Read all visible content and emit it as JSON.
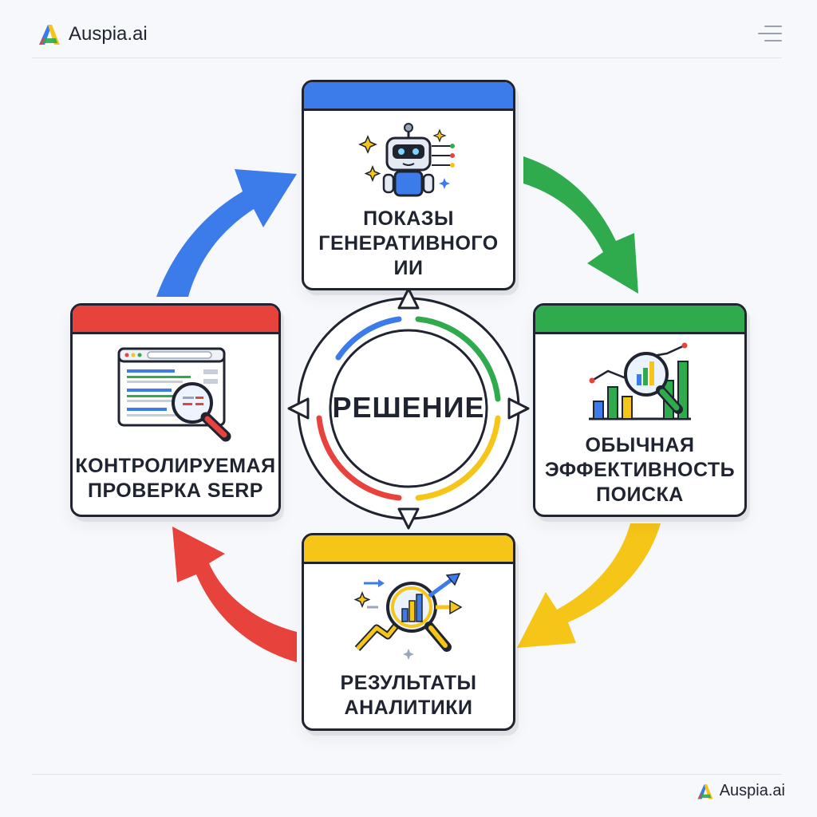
{
  "brand": {
    "name": "Auspia.ai",
    "logo_icon": "auspia-logo-icon"
  },
  "header": {
    "menu_icon": "menu-icon"
  },
  "colors": {
    "blue": "#3b7bea",
    "green": "#2faa4c",
    "yellow": "#f5c518",
    "red": "#e8423c",
    "ink": "#1f2430"
  },
  "diagram": {
    "center": "РЕШЕНИЕ",
    "steps": [
      {
        "id": "top",
        "title": [
          "ПОКАЗЫ",
          "ГЕНЕРАТИВНОГО",
          "ИИ"
        ],
        "color": "blue",
        "icon": "robot-icon"
      },
      {
        "id": "right",
        "title": [
          "ОБЫЧНАЯ",
          "ЭФФЕКТИВНОСТЬ",
          "ПОИСКА"
        ],
        "color": "green",
        "icon": "bar-chart-magnifier-icon"
      },
      {
        "id": "bottom",
        "title": [
          "РЕЗУЛЬТАТЫ",
          "АНАЛИТИКИ"
        ],
        "color": "yellow",
        "icon": "analytics-magnifier-icon"
      },
      {
        "id": "left",
        "title": [
          "КОНТРОЛИРУЕМАЯ",
          "ПРОВЕРКА SERP"
        ],
        "color": "red",
        "icon": "serp-browser-magnifier-icon"
      }
    ]
  },
  "footer": {
    "brand": "Auspia.ai"
  }
}
